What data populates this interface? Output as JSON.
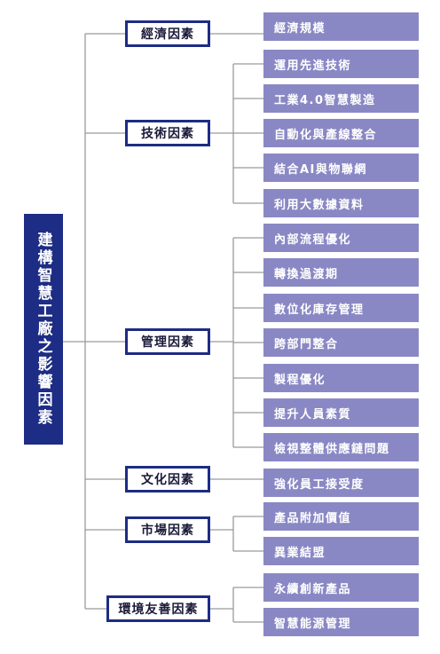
{
  "root": {
    "label": "建構智慧工廠之影響因素"
  },
  "categories": [
    {
      "label": "經濟因素",
      "items": [
        "經濟規模"
      ]
    },
    {
      "label": "技術因素",
      "items": [
        "運用先進技術",
        "工業4.0智慧製造",
        "自動化與產線整合",
        "結合AI與物聯網",
        "利用大數據資料"
      ]
    },
    {
      "label": "管理因素",
      "items": [
        "內部流程優化",
        "轉換過渡期",
        "數位化庫存管理",
        "跨部門整合",
        "製程優化",
        "提升人員素質",
        "檢視整體供應鏈問題"
      ]
    },
    {
      "label": "文化因素",
      "items": [
        "強化員工接受度"
      ]
    },
    {
      "label": "市場因素",
      "items": [
        "產品附加價值",
        "異業結盟"
      ]
    },
    {
      "label": "環境友善因素",
      "items": [
        "永續創新產品",
        "智慧能源管理"
      ]
    }
  ],
  "colors": {
    "root": "#1d2c84",
    "category_border": "#1d2c84",
    "leaf": "#8a88c4",
    "connector": "#9a9a9a"
  }
}
